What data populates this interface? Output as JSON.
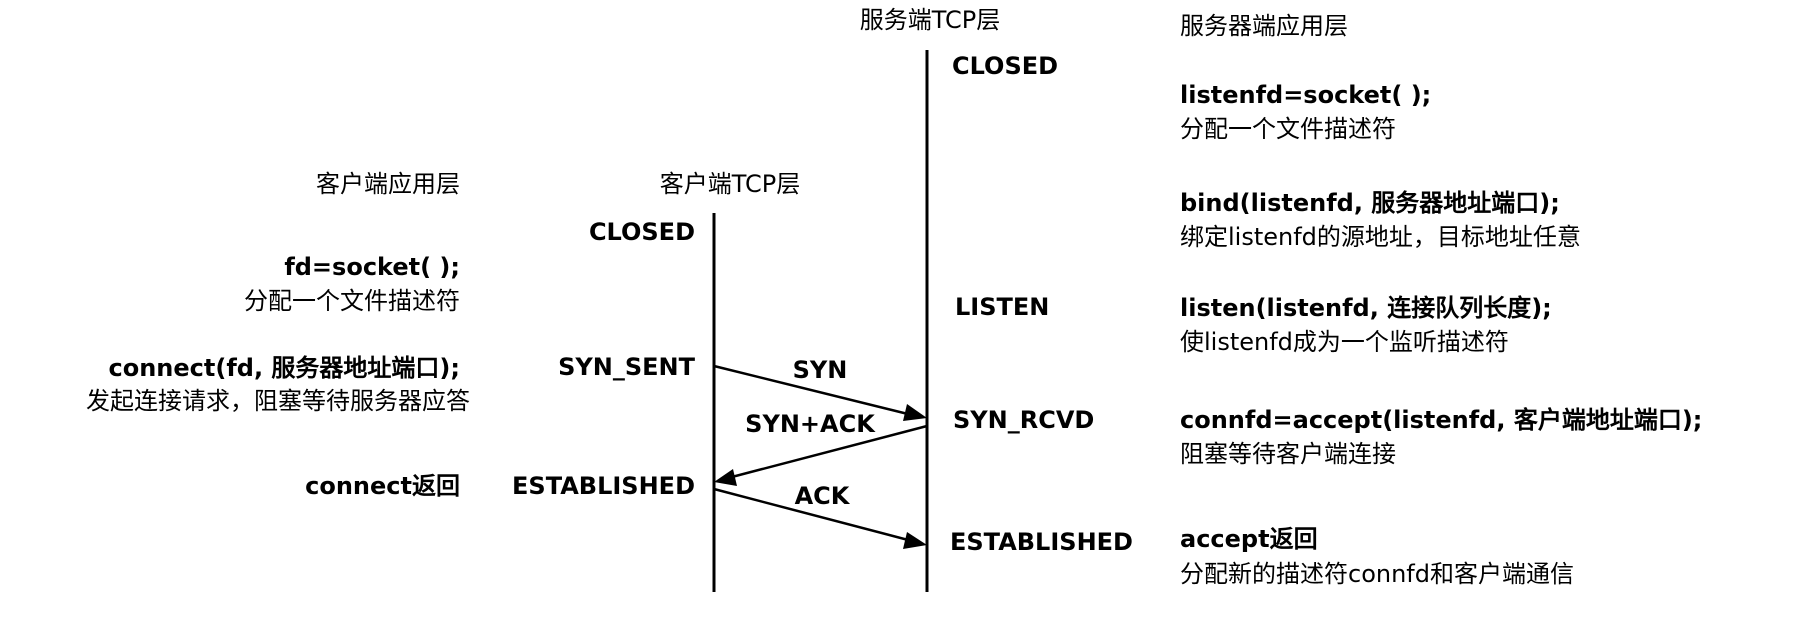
{
  "colors": {
    "ink": "#000000",
    "background": "#ffffff"
  },
  "headers": {
    "client_app": "客户端应用层",
    "client_tcp": "客户端TCP层",
    "server_tcp": "服务端TCP层",
    "server_app": "服务器端应用层"
  },
  "client_states": {
    "closed": "CLOSED",
    "syn_sent": "SYN_SENT",
    "established": "ESTABLISHED"
  },
  "server_states": {
    "closed": "CLOSED",
    "listen": "LISTEN",
    "syn_rcvd": "SYN_RCVD",
    "established": "ESTABLISHED"
  },
  "messages": {
    "syn": "SYN",
    "syn_ack": "SYN+ACK",
    "ack": "ACK"
  },
  "client_calls": {
    "socket_call": "fd=socket( );",
    "socket_desc": "分配一个文件描述符",
    "connect_call": "connect(fd, 服务器地址端口);",
    "connect_desc": "发起连接请求，阻塞等待服务器应答",
    "connect_return": "connect返回"
  },
  "server_calls": {
    "socket_call": "listenfd=socket( );",
    "socket_desc": "分配一个文件描述符",
    "bind_call": "bind(listenfd, 服务器地址端口);",
    "bind_desc": "绑定listenfd的源地址，目标地址任意",
    "listen_call": "listen(listenfd, 连接队列长度);",
    "listen_desc": "使listenfd成为一个监听描述符",
    "accept_call": "connfd=accept(listenfd, 客户端地址端口);",
    "accept_desc": "阻塞等待客户端连接",
    "accept_return": "accept返回",
    "accept_return_desc": "分配新的描述符connfd和客户端通信"
  }
}
